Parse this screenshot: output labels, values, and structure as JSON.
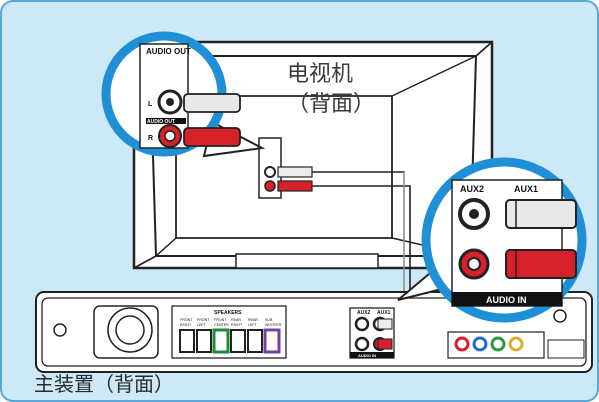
{
  "tv": {
    "title": "电视机",
    "subtitle": "（背面）"
  },
  "tv_zoom": {
    "audio_out": "AUDIO OUT",
    "left_marker": "L",
    "right_marker": "R",
    "jack_label": "AUDIO OUT"
  },
  "unit_zoom": {
    "aux2": "AUX2",
    "aux1": "AUX1",
    "audio_in": "AUDIO IN"
  },
  "main_unit": {
    "label": "主装置（背面）",
    "speakers": "SPEAKERS",
    "speaker_names": [
      "FRONT RIGHT",
      "FRONT LEFT",
      "FRONT CENTER",
      "REAR RIGHT",
      "REAR LEFT",
      "SUB WOOFER"
    ],
    "audio_in": "AUDIO IN",
    "aux2": "AUX2",
    "aux1": "AUX1"
  },
  "colors": {
    "background": "#cde8f6",
    "frame": "#5aa7d8",
    "red_plug": "#d6202a",
    "white_plug": "#e8e8e8"
  }
}
